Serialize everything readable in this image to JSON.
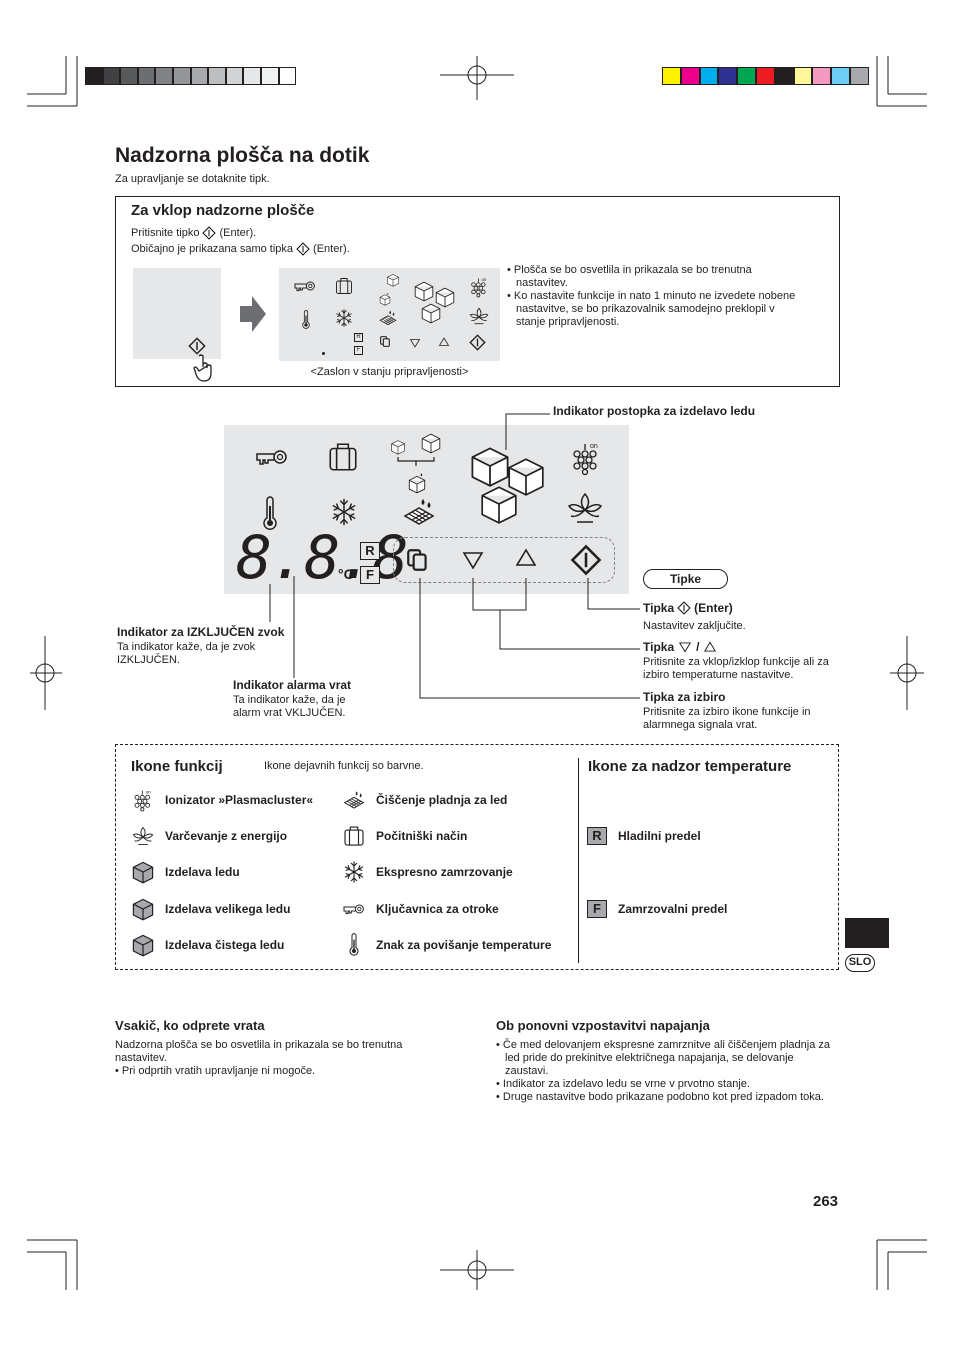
{
  "colors": {
    "gray_swatches": [
      "#231f20",
      "#414042",
      "#58595b",
      "#6d6e71",
      "#808285",
      "#939598",
      "#a7a9ac",
      "#bcbec0",
      "#d1d3d4",
      "#e6e7e8",
      "#f1f2f2",
      "#ffffff"
    ],
    "color_swatches": [
      "#fff200",
      "#ec008c",
      "#00aeef",
      "#2e3192",
      "#00a651",
      "#ed1c24",
      "#231f20",
      "#fff799",
      "#f49ac1",
      "#6dcff6",
      "#a7a9ac"
    ]
  },
  "page_title": "Nadzorna plošča na dotik",
  "page_subtitle": "Za upravljanje se dotaknite tipk.",
  "box1": {
    "heading": "Za vklop nadzorne plošče",
    "line1_pre": "Pritisnite tipko",
    "line1_post": "(Enter).",
    "line2_pre": "Običajno je prikazana samo tipka",
    "line2_post": "(Enter).",
    "bullets": [
      "• Plošča se bo osvetlila in prikazala se bo trenutna nastavitev.",
      "• Ko nastavite funkcije in nato 1 minuto ne izvedete nobene nastavitve, se bo prikazovalnik samodejno preklopil v stanje pripravljenosti."
    ],
    "caption": "<Zaslon v stanju pripravljenosti>",
    "mini_r": "R",
    "mini_f": "F"
  },
  "diagram": {
    "ice_indicator": "Indikator postopka za izdelavo ledu",
    "segments": "8.8.8",
    "unit": "°C",
    "r": "R",
    "f": "F",
    "tipke": "Tipke",
    "enter_title_pre": "Tipka",
    "enter_title_post": "(Enter)",
    "enter_desc": "Nastavitev zaključite.",
    "updown_title_pre": "Tipka",
    "updown_sep": "/",
    "updown_desc": "Pritisnite za vklop/izklop funkcije ali za izbiro temperaturne nastavitve.",
    "select_title": "Tipka za izbiro",
    "select_desc": "Pritisnite za izbiro ikone funkcije in alarmnega signala vrat.",
    "off_title": "Indikator za IZKLJUČEN zvok",
    "off_desc": "Ta indikator kaže, da je zvok IZKLJUČEN.",
    "alarm_title": "Indikator alarma vrat",
    "alarm_desc": "Ta indikator kaže, da je alarm vrat VKLJUČEN."
  },
  "icons_box": {
    "heading": "Ikone funkcij",
    "note": "Ikone dejavnih funkcij so barvne.",
    "left": [
      {
        "icon": "plasmacluster-icon",
        "label": "Ionizator »Plasmacluster«"
      },
      {
        "icon": "energy-saving-icon",
        "label": "Varčevanje z energijo"
      },
      {
        "icon": "ice-making-icon",
        "label": "Izdelava ledu"
      },
      {
        "icon": "big-ice-icon",
        "label": "Izdelava velikega ledu"
      },
      {
        "icon": "clean-ice-icon",
        "label": "Izdelava čistega ledu"
      }
    ],
    "middle": [
      {
        "icon": "tray-cleaning-icon",
        "label": "Čiščenje pladnja za led"
      },
      {
        "icon": "vacation-icon",
        "label": "Počitniški način"
      },
      {
        "icon": "express-freeze-icon",
        "label": "Ekspresno zamrzovanje"
      },
      {
        "icon": "child-lock-icon",
        "label": "Ključavnica za otroke"
      },
      {
        "icon": "temperature-rise-icon",
        "label": "Znak za povišanje temperature"
      }
    ],
    "temp_heading": "Ikone za nadzor temperature",
    "temp_items": [
      {
        "badge": "R",
        "label": "Hladilni predel"
      },
      {
        "badge": "F",
        "label": "Zamrzovalni predel"
      }
    ]
  },
  "side_tab": "SLO",
  "door": {
    "heading": "Vsakič, ko odprete vrata",
    "lines": [
      "Nadzorna plošča se bo osvetlila in prikazala se bo trenutna nastavitev.",
      "• Pri odprtih vratih upravljanje ni mogoče."
    ]
  },
  "power": {
    "heading": "Ob ponovni vzpostavitvi napajanja",
    "bullets": [
      "• Če med delovanjem ekspresne zamrznitve ali čiščenjem pladnja za led pride do prekinitve električnega napajanja, se delovanje zaustavi.",
      "• Indikator za izdelavo ledu se vrne v prvotno stanje.",
      "• Druge nastavitve bodo prikazane podobno kot pred izpadom toka."
    ]
  },
  "page_number": "263"
}
